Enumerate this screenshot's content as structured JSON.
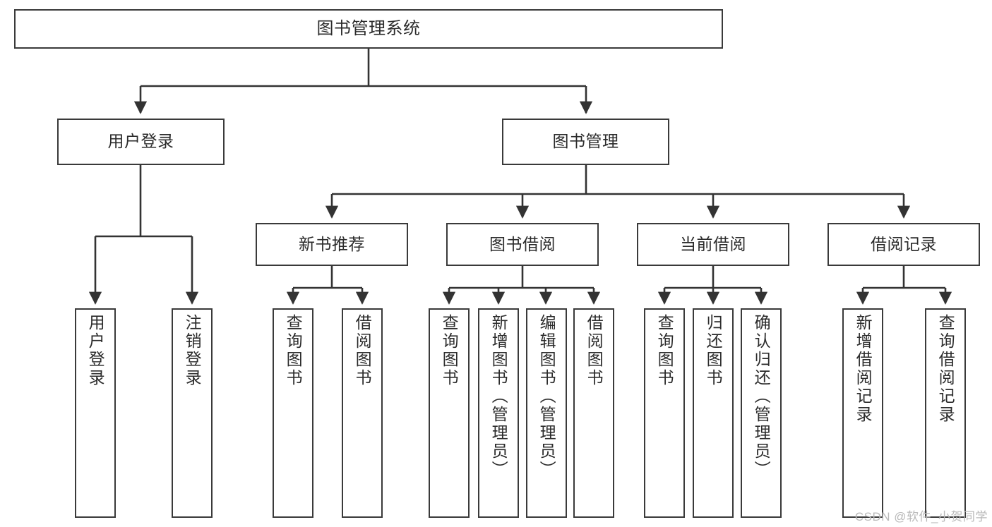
{
  "diagram": {
    "title": "图书管理系统",
    "type": "tree-hierarchy",
    "watermark": "CSDN @软件_小贺同学",
    "colors": {
      "box_border": "#3a3a3a",
      "box_fill": "#ffffff",
      "edge": "#333333",
      "text": "#2b2b2b",
      "watermark": "#b9b9b9",
      "background": "#ffffff"
    }
  },
  "nodes": {
    "root": {
      "label": "图书管理系统"
    },
    "level2": [
      {
        "id": "user-login",
        "label": "用户登录"
      },
      {
        "id": "book-management",
        "label": "图书管理"
      }
    ],
    "level3": [
      {
        "id": "new-book-recommend",
        "label": "新书推荐"
      },
      {
        "id": "book-borrow",
        "label": "图书借阅"
      },
      {
        "id": "current-borrow",
        "label": "当前借阅"
      },
      {
        "id": "borrow-record",
        "label": "借阅记录"
      }
    ],
    "leaves": {
      "user_login": [
        {
          "id": "leaf-user-login",
          "label": "用户登录"
        },
        {
          "id": "leaf-logout-login",
          "label": "注销登录"
        }
      ],
      "new_book_recommend": [
        {
          "id": "leaf-query-book-1",
          "label": "查询图书"
        },
        {
          "id": "leaf-borrow-book-1",
          "label": "借阅图书"
        }
      ],
      "book_borrow": [
        {
          "id": "leaf-query-book-2",
          "label": "查询图书"
        },
        {
          "id": "leaf-add-book",
          "label": "新增图书（管理员）"
        },
        {
          "id": "leaf-edit-book",
          "label": "编辑图书（管理员）"
        },
        {
          "id": "leaf-borrow-book-2",
          "label": "借阅图书"
        }
      ],
      "current_borrow": [
        {
          "id": "leaf-query-book-3",
          "label": "查询图书"
        },
        {
          "id": "leaf-return-book",
          "label": "归还图书"
        },
        {
          "id": "leaf-confirm-return",
          "label": "确认归还（管理员）"
        }
      ],
      "borrow_record": [
        {
          "id": "leaf-add-record",
          "label": "新增借阅记录"
        },
        {
          "id": "leaf-query-record",
          "label": "查询借阅记录"
        }
      ]
    }
  }
}
